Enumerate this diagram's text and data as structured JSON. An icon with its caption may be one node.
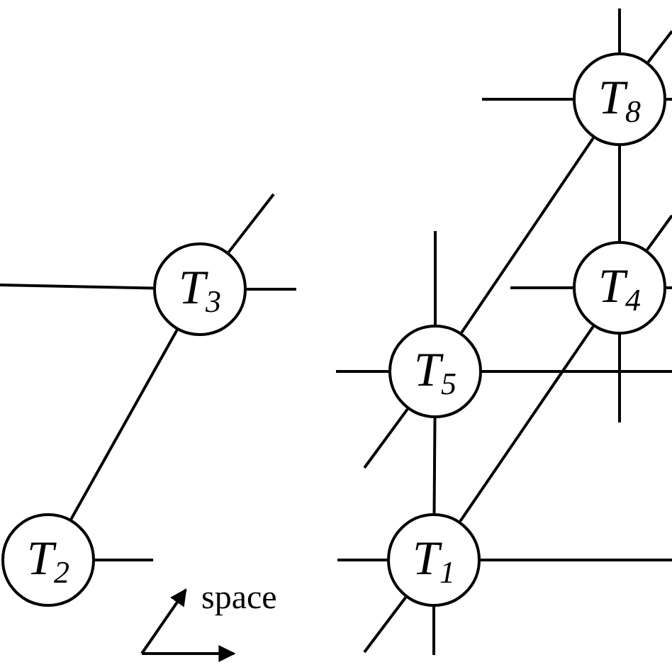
{
  "diagram": {
    "nodes": [
      {
        "text": [
          "T$_{8}$"
        ]
      },
      {
        "text": [
          "T$_{3}$"
        ]
      },
      {
        "text": [
          "T$_{4}$"
        ]
      },
      {
        "text": [
          "T$_{5}$"
        ]
      },
      {
        "text": [
          "T$_{2}$"
        ]
      },
      {
        "text": [
          "T$_{1}$"
        ]
      }
    ],
    "edges": [
      {
        "from": 4,
        "to": 1,
        "arrow": "none"
      },
      {
        "from": 3,
        "to": 0,
        "arrow": "none"
      },
      {
        "from": 5,
        "to": 2,
        "arrow": "none"
      },
      {
        "from": 3,
        "to": 5,
        "arrow": "none"
      },
      {
        "from": 0,
        "to": 2,
        "arrow": "none"
      },
      {
        "from": 1,
        "to": null,
        "arrow": "none"
      },
      {
        "from": 1,
        "to": null,
        "arrow": "none"
      },
      {
        "from": 1,
        "to": null,
        "arrow": "none"
      },
      {
        "from": 4,
        "to": null,
        "arrow": "none"
      },
      {
        "from": 0,
        "to": null,
        "arrow": "none"
      },
      {
        "from": 0,
        "to": null,
        "arrow": "none"
      },
      {
        "from": 0,
        "to": null,
        "arrow": "none"
      },
      {
        "from": 0,
        "to": null,
        "arrow": "none"
      },
      {
        "from": 2,
        "to": null,
        "arrow": "none"
      },
      {
        "from": 2,
        "to": null,
        "arrow": "none"
      },
      {
        "from": 2,
        "to": null,
        "arrow": "none"
      },
      {
        "from": 2,
        "to": null,
        "arrow": "none"
      },
      {
        "from": 3,
        "to": null,
        "arrow": "none"
      },
      {
        "from": 3,
        "to": null,
        "arrow": "none"
      },
      {
        "from": 3,
        "to": null,
        "arrow": "none"
      },
      {
        "from": 3,
        "to": null,
        "arrow": "none"
      },
      {
        "from": 5,
        "to": null,
        "arrow": "none"
      },
      {
        "from": 5,
        "to": null,
        "arrow": "none"
      },
      {
        "from": 5,
        "to": null,
        "arrow": "none"
      },
      {
        "from": 5,
        "to": null,
        "arrow": "none"
      }
    ],
    "labels": [
      "space"
    ]
  }
}
